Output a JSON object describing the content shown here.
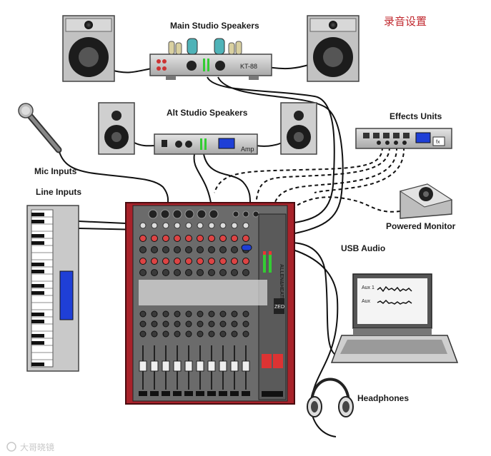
{
  "title_cn": "录音设置",
  "labels": {
    "main_speakers": "Main Studio Speakers",
    "alt_speakers": "Alt Studio Speakers",
    "effects": "Effects Units",
    "mic": "Mic Inputs",
    "line": "Line Inputs",
    "monitor": "Powered Monitor",
    "usb": "USB Audio",
    "headphones": "Headphones"
  },
  "device_text": {
    "tube_amp_model": "KT-88",
    "amp_label": "Amp",
    "fx_label": "fx",
    "laptop_aux1": "Aux 1",
    "laptop_aux": "Aux",
    "mixer_brand": "ALLEN&HEATH",
    "mixer_model": "ZED"
  },
  "watermark": "大哥晓镜",
  "colors": {
    "device_gray": "#b9b9b9",
    "dark": "#2a2a2a",
    "mixer_red": "#a8222a",
    "lcd_blue": "#1f3fd6",
    "accent_red": "#c0272d"
  }
}
